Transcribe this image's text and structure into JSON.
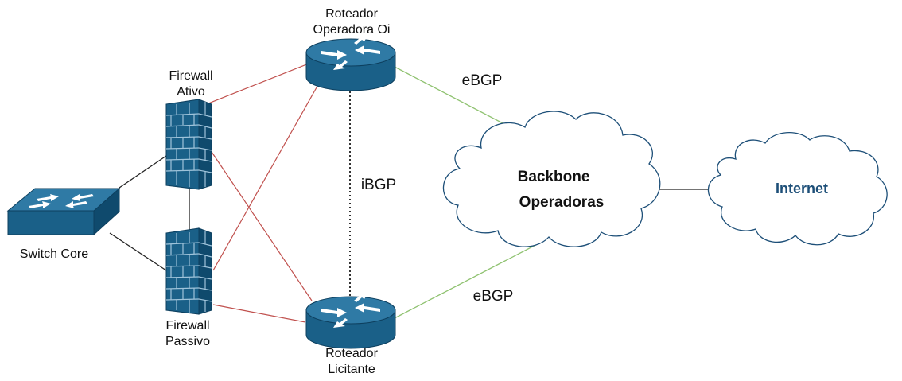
{
  "nodes": {
    "router_oi": {
      "label_line1": "Roteador",
      "label_line2": "Operadora Oi"
    },
    "router_licitante": {
      "label_line1": "Roteador",
      "label_line2": "Licitante"
    },
    "firewall_ativo": {
      "label_line1": "Firewall",
      "label_line2": "Ativo"
    },
    "firewall_passivo": {
      "label_line1": "Firewall",
      "label_line2": "Passivo"
    },
    "switch_core": {
      "label": "Switch Core"
    },
    "backbone": {
      "label_line1": "Backbone",
      "label_line2": "Operadoras"
    },
    "internet": {
      "label": "Internet"
    }
  },
  "links": {
    "ebgp_top": "eBGP",
    "ebgp_bottom": "eBGP",
    "ibgp": "iBGP"
  },
  "colors": {
    "device_fill": "#1a6088",
    "device_top": "#2f7aa5",
    "device_line": "#0d3f5e",
    "link_red": "#c0504d",
    "link_green": "#8fc270",
    "link_dark": "#222222",
    "cloud_stroke": "#1d4f78"
  }
}
